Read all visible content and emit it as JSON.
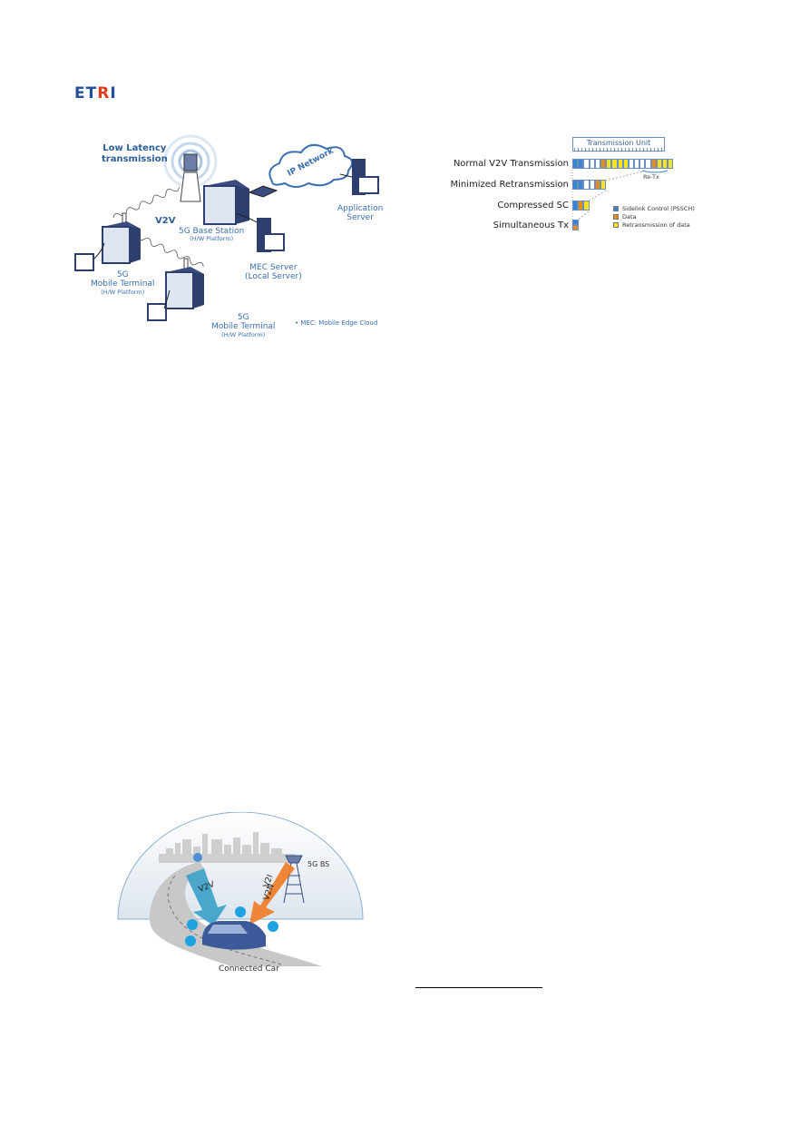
{
  "header": {
    "logo": {
      "part1": "ET",
      "part2": "R",
      "part3": "I",
      "colors": {
        "blue": "#1f4e9c",
        "red": "#e23c1e"
      }
    }
  },
  "figure_network": {
    "labels": {
      "low_latency": "Low Latency",
      "low_latency_2": "transmission",
      "v2v": "V2V",
      "ip_network": "IP Network",
      "app_server_1": "Application",
      "app_server_2": "Server",
      "base_station": "5G  Base Station",
      "base_station_sub": "(H/W Platform)",
      "mec_1": "MEC Server",
      "mec_2": "(Local Server)",
      "terminal1_1": "5G",
      "terminal1_2": "Mobile Terminal",
      "terminal1_sub": "(H/W Platform)",
      "terminal2_1": "5G",
      "terminal2_2": "Mobile Terminal",
      "terminal2_sub": "(H/W Platform)",
      "note": "•  MEC:  Mobile Edge Cloud"
    },
    "colors": {
      "device_dark": "#2d3f6e",
      "label_blue": "#3a6fb2",
      "cloud": "#3a6fb2"
    }
  },
  "figure_transmission": {
    "header": "Transmission Unit",
    "retx_label": "Re-Tx",
    "rows": [
      {
        "label": "Normal V2V Transmission",
        "cells": [
          "blue",
          "blue",
          "white",
          "white",
          "white",
          "orange",
          "yellow",
          "yellow",
          "yellow",
          "yellow",
          "white",
          "white",
          "white",
          "white",
          "orange",
          "yellow",
          "yellow",
          "yellow"
        ]
      },
      {
        "label": "Minimized Retransmission",
        "cells": [
          "blue",
          "blue",
          "white",
          "white",
          "orange",
          "yellow"
        ]
      },
      {
        "label": "Compressed SC",
        "cells": [
          "blue",
          "orange",
          "yellow"
        ]
      },
      {
        "label": "Simultaneous Tx",
        "cells": [
          "blue/orange"
        ]
      }
    ],
    "legend": [
      {
        "label": "Sidelink Control (PSSCH)",
        "color": "#3d82cf"
      },
      {
        "label": "Data",
        "color": "#ec8b1a"
      },
      {
        "label": "Retransmission of data",
        "color": "#fbe31b"
      }
    ]
  },
  "figure_car": {
    "labels": {
      "v2v": "V2V",
      "v2i": "V2I",
      "v2n": "V2N",
      "bs": "5G BS",
      "caption": "Connected Car"
    },
    "colors": {
      "v2v_arrow": "#3aa0c8",
      "v2i_arrow": "#f07a22",
      "icon": "#1ea3e0",
      "car": "#3c5a9a"
    }
  }
}
